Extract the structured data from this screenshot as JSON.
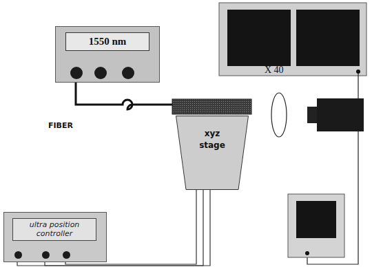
{
  "diagram": {
    "nodes": [
      {
        "text": [
          "1550 nm"
        ]
      },
      {
        "text": [
          "xyz stage"
        ]
      },
      {
        "text": [
          "ultra position controller"
        ]
      }
    ],
    "edges": [
      {
        "from": 2,
        "to": 1,
        "arrow": "none"
      },
      {
        "from": 2,
        "to": 1,
        "arrow": "none"
      },
      {
        "from": 2,
        "to": 1,
        "arrow": "none"
      }
    ],
    "labels": [
      "FIBER",
      "X 40"
    ]
  }
}
